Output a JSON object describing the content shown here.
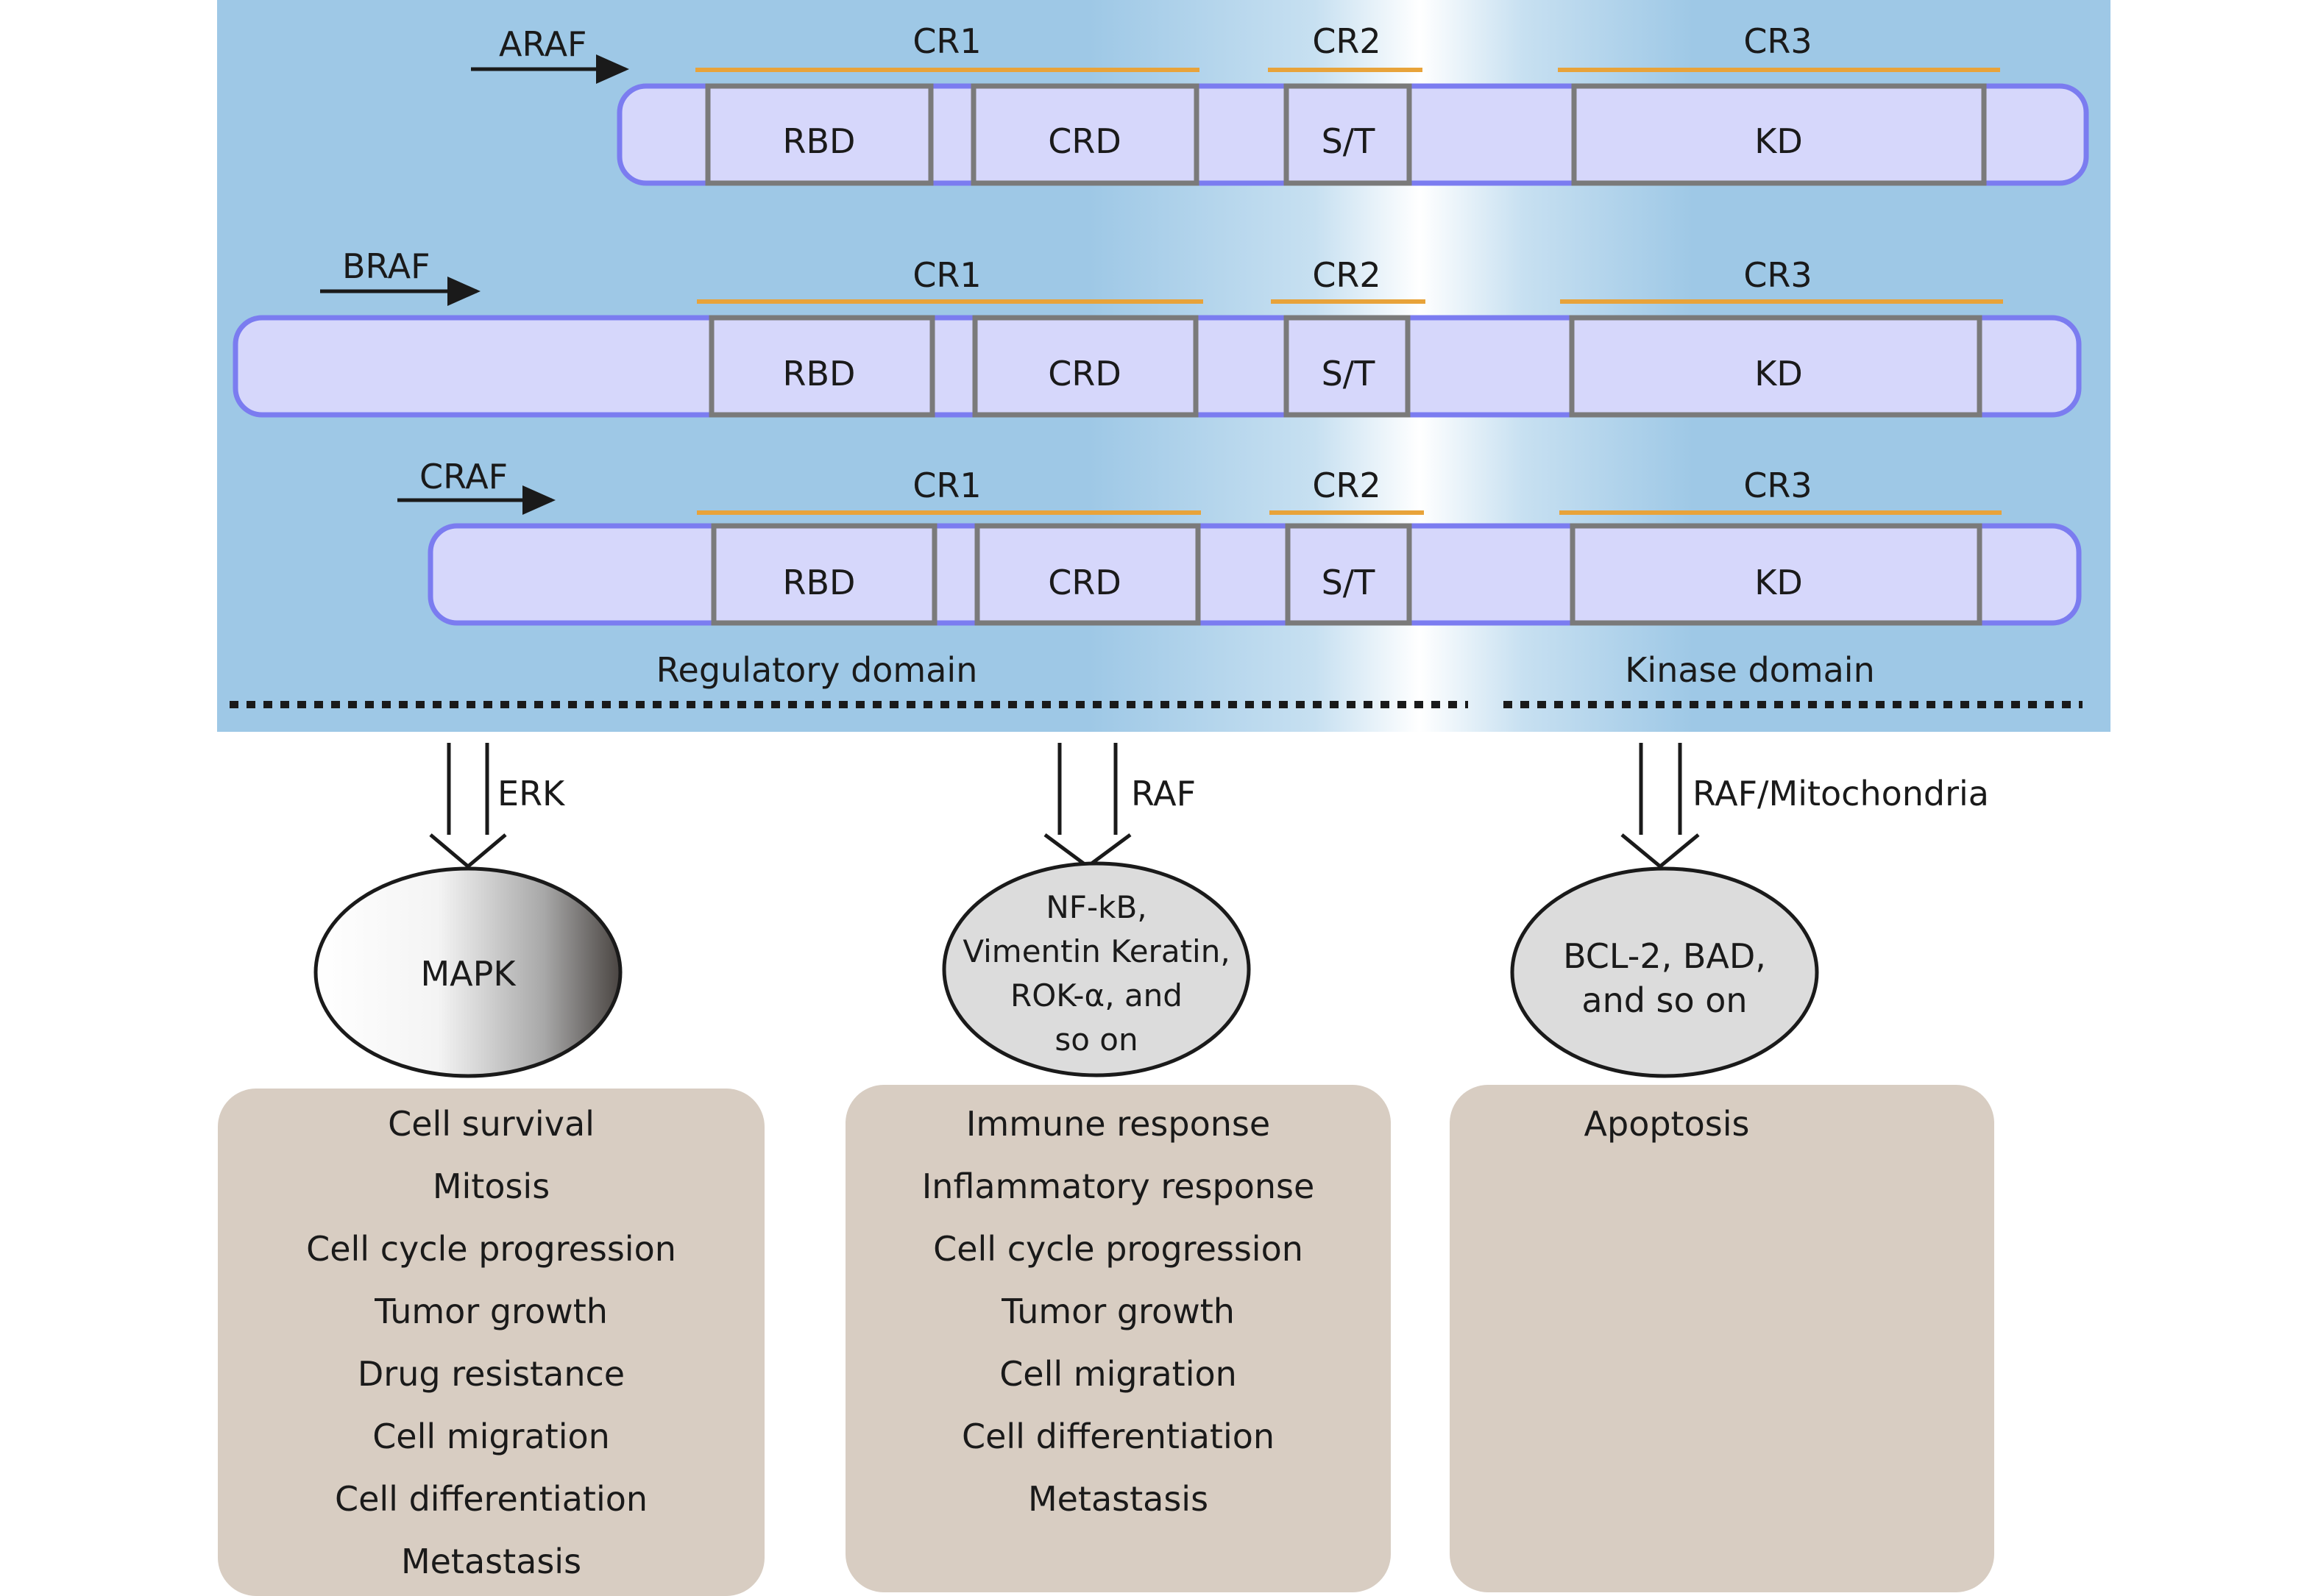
{
  "proteins": [
    {
      "name": "ARAF",
      "segments": {
        "rbd": "RBD",
        "crd": "CRD",
        "st": "S/T",
        "kd": "KD"
      },
      "regions": {
        "cr1": "CR1",
        "cr2": "CR2",
        "cr3": "CR3"
      }
    },
    {
      "name": "BRAF",
      "segments": {
        "rbd": "RBD",
        "crd": "CRD",
        "st": "S/T",
        "kd": "KD"
      },
      "regions": {
        "cr1": "CR1",
        "cr2": "CR2",
        "cr3": "CR3"
      }
    },
    {
      "name": "CRAF",
      "segments": {
        "rbd": "RBD",
        "crd": "CRD",
        "st": "S/T",
        "kd": "KD"
      },
      "regions": {
        "cr1": "CR1",
        "cr2": "CR2",
        "cr3": "CR3"
      }
    }
  ],
  "domains": {
    "regulatory": "Regulatory domain",
    "kinase": "Kinase domain"
  },
  "pathways": [
    {
      "arrow_label": "ERK",
      "hub_lines": [
        "MAPK"
      ],
      "outcomes": [
        "Cell survival",
        "Mitosis",
        "Cell cycle progression",
        "Tumor growth",
        "Drug resistance",
        "Cell migration",
        "Cell differentiation",
        "Metastasis"
      ]
    },
    {
      "arrow_label": "RAF",
      "hub_lines": [
        "NF-kB,",
        "Vimentin Keratin,",
        "ROK-α, and",
        "so on"
      ],
      "outcomes": [
        "Immune response",
        "Inflammatory response",
        "Cell cycle progression",
        "Tumor growth",
        "Cell migration",
        "Cell differentiation",
        "Metastasis"
      ]
    },
    {
      "arrow_label": "RAF/Mitochondria",
      "hub_lines": [
        "BCL-2, BAD,",
        "and so on"
      ],
      "outcomes": [
        "Apoptosis"
      ]
    }
  ],
  "colors": {
    "panel_blue": "#9ec8e6",
    "bar_fill": "#d6d7fb",
    "bar_border": "#7b7cf0",
    "segment_border": "#7a7a7a",
    "cr_line": "#e8a33a",
    "outcome_box": "#d8cdc2",
    "hub_gray": "#dcdcdc"
  }
}
